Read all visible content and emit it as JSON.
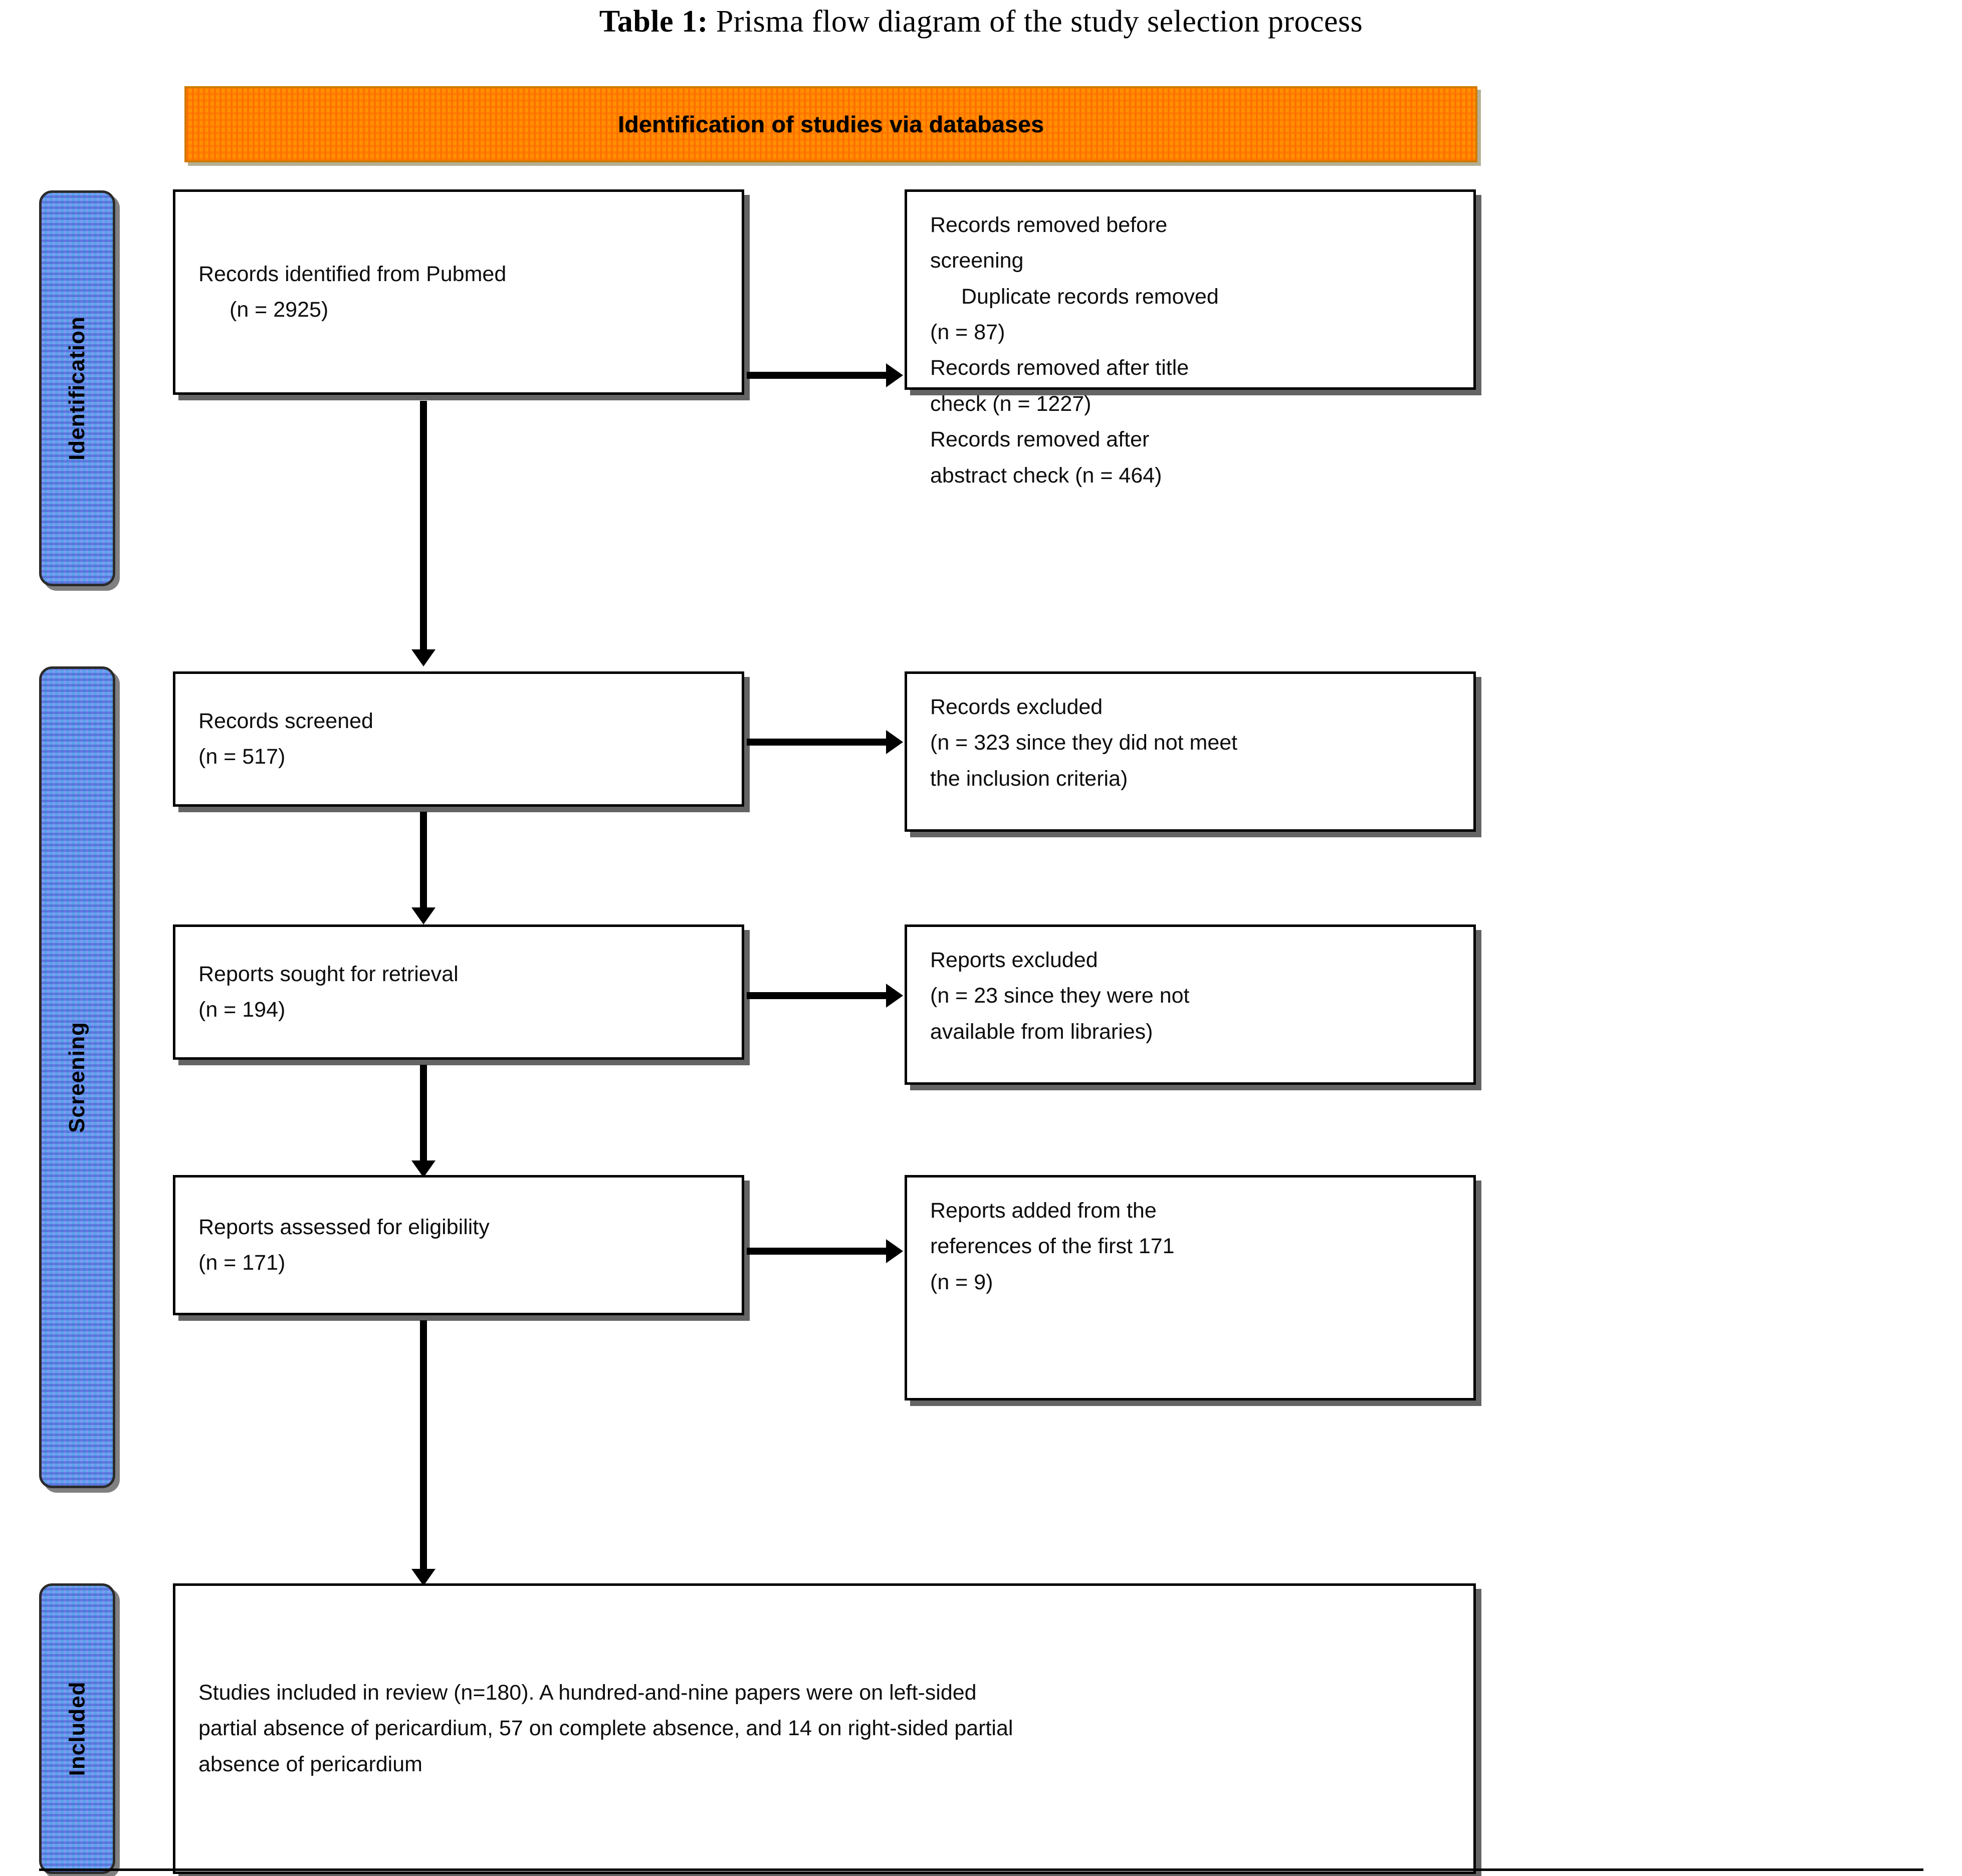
{
  "title": {
    "prefix": "Table 1:",
    "text": " Prisma flow diagram of the study selection process"
  },
  "header_bar": {
    "label": "Identification of studies via databases",
    "color": "#ff9000"
  },
  "stages": [
    {
      "id": "identification",
      "label": "Identification",
      "color": "#5aa3e8"
    },
    {
      "id": "screening",
      "label": "Screening",
      "color": "#5aa3e8"
    },
    {
      "id": "included",
      "label": "Included",
      "color": "#5aa3e8"
    }
  ],
  "boxes": {
    "identified": {
      "line1": "Records identified from Pubmed",
      "line2": "(n = 2925)"
    },
    "removed_before_screening": {
      "line1": "Records removed before",
      "line2": "screening",
      "line3": "Duplicate records removed",
      "line4": "(n = 87)",
      "line5": "Records removed after title",
      "line6": "check (n = 1227)",
      "line7": "Records removed after",
      "line8": "abstract check (n = 464)"
    },
    "screened": {
      "line1": "Records screened",
      "line2": "(n = 517)"
    },
    "records_excluded": {
      "line1": "Records excluded",
      "line2": "(n = 323 since they did not meet",
      "line3": "the inclusion criteria)"
    },
    "sought_for_retrieval": {
      "line1": "Reports sought for retrieval",
      "line2": "(n = 194)"
    },
    "reports_excluded": {
      "line1": "Reports excluded",
      "line2": "(n = 23 since they were not",
      "line3": "available from libraries)"
    },
    "assessed_eligibility": {
      "line1": "Reports assessed for eligibility",
      "line2": "(n = 171)"
    },
    "reports_added": {
      "line1": "Reports added from the",
      "line2": "references of the first 171",
      "line3": "(n = 9)"
    },
    "studies_included": {
      "line1": "Studies included in review (n=180). A hundred-and-nine papers were on left-sided",
      "line2": "partial absence of pericardium, 57 on complete absence, and 14 on right-sided partial",
      "line3": "absence of pericardium"
    }
  },
  "chart_data": {
    "type": "diagram",
    "diagram_kind": "prisma-flow",
    "title": "Prisma flow diagram of the study selection process",
    "nodes": [
      {
        "id": "identified",
        "stage": "Identification",
        "label": "Records identified from Pubmed",
        "n": 2925
      },
      {
        "id": "dup_removed",
        "stage": "Identification",
        "label": "Duplicate records removed",
        "n": 87
      },
      {
        "id": "title_removed",
        "stage": "Identification",
        "label": "Records removed after title check",
        "n": 1227
      },
      {
        "id": "abs_removed",
        "stage": "Identification",
        "label": "Records removed after abstract check",
        "n": 464
      },
      {
        "id": "screened",
        "stage": "Screening",
        "label": "Records screened",
        "n": 517
      },
      {
        "id": "rec_excluded",
        "stage": "Screening",
        "label": "Records excluded since they did not meet the inclusion criteria",
        "n": 323
      },
      {
        "id": "sought",
        "stage": "Screening",
        "label": "Reports sought for retrieval",
        "n": 194
      },
      {
        "id": "rep_excluded",
        "stage": "Screening",
        "label": "Reports excluded since they were not available from libraries",
        "n": 23
      },
      {
        "id": "assessed",
        "stage": "Screening",
        "label": "Reports assessed for eligibility",
        "n": 171
      },
      {
        "id": "rep_added",
        "stage": "Screening",
        "label": "Reports added from the references of the first 171",
        "n": 9
      },
      {
        "id": "included",
        "stage": "Included",
        "label": "Studies included in review",
        "n": 180
      }
    ],
    "breakdown": {
      "left_sided_partial_absence": 109,
      "complete_absence": 57,
      "right_sided_partial_absence": 14
    },
    "edges": [
      {
        "from": "identified",
        "to": "dup_removed",
        "direction": "right"
      },
      {
        "from": "identified",
        "to": "screened",
        "direction": "down"
      },
      {
        "from": "screened",
        "to": "rec_excluded",
        "direction": "right"
      },
      {
        "from": "screened",
        "to": "sought",
        "direction": "down"
      },
      {
        "from": "sought",
        "to": "rep_excluded",
        "direction": "right"
      },
      {
        "from": "sought",
        "to": "assessed",
        "direction": "down"
      },
      {
        "from": "assessed",
        "to": "rep_added",
        "direction": "right"
      },
      {
        "from": "assessed",
        "to": "included",
        "direction": "down"
      }
    ]
  }
}
